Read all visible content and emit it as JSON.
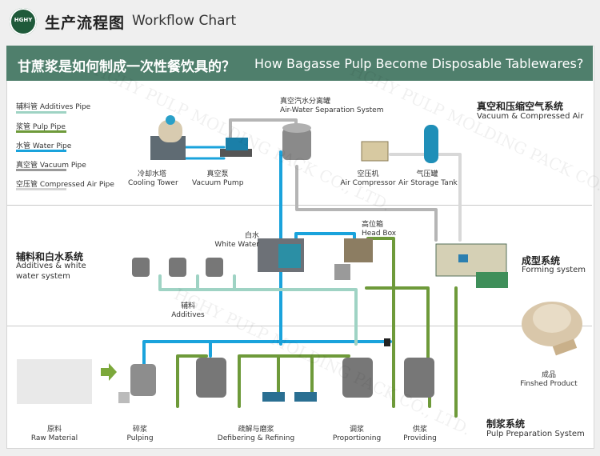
{
  "header": {
    "logo_text": "HGHY",
    "title_cn": "生产流程图",
    "title_en": "Workflow Chart"
  },
  "banner": {
    "question_cn": "甘蔗浆是如何制成一次性餐饮具的？",
    "question_en": "How Bagasse Pulp Become Disposable Tablewares?"
  },
  "legend": [
    {
      "label": "辅料管 Additives Pipe",
      "color": "#9fd3c4"
    },
    {
      "label": "浆管 Pulp Pipe",
      "color": "#6e9a3a"
    },
    {
      "label": "水管 Water Pipe",
      "color": "#1aa3dc"
    },
    {
      "label": "真空管 Vacuum Pipe",
      "color": "#9a9a9a"
    },
    {
      "label": "空压管 Compressed  Air Pipe",
      "color": "#d4d4d4"
    }
  ],
  "systems": {
    "vacuum": {
      "cn": "真空和压缩空气系统",
      "en": "Vacuum & Compressed Air"
    },
    "additives": {
      "cn": "辅料和白水系统",
      "en1": "Additives & white",
      "en2": "water system"
    },
    "forming": {
      "cn": "成型系统",
      "en": "Forming system"
    },
    "pulp": {
      "cn": "制浆系统",
      "en": "Pulp Preparation System"
    }
  },
  "equipment": {
    "cooling_tower": {
      "cn": "冷却水塔",
      "en": "Cooling Tower"
    },
    "vacuum_pump": {
      "cn": "真空泵",
      "en": "Vacuum Pump"
    },
    "separator": {
      "cn": "真空汽水分离罐",
      "en": "Air-Water Separation System"
    },
    "air_compressor": {
      "cn": "空压机",
      "en": "Air Compressor"
    },
    "air_tank": {
      "cn": "气压罐",
      "en": "Air Storage Tank"
    },
    "white_water": {
      "cn": "白水",
      "en": "White Water"
    },
    "head_box": {
      "cn": "高位箱",
      "en": "Head Box"
    },
    "additives": {
      "cn": "辅料",
      "en": "Additives"
    },
    "finished": {
      "cn": "成品",
      "en": "Finshed Product"
    },
    "raw_material": {
      "cn": "原料",
      "en": "Raw Material"
    },
    "pulping": {
      "cn": "碎浆",
      "en": "Pulping"
    },
    "defibering": {
      "cn": "疏解与磨浆",
      "en": "Defibering & Refining"
    },
    "proportioning": {
      "cn": "调浆",
      "en": "Proportioning"
    },
    "providing": {
      "cn": "供浆",
      "en": "Providing"
    }
  },
  "watermark": "HGHY PULP MOLDING PACK CO., LTD."
}
